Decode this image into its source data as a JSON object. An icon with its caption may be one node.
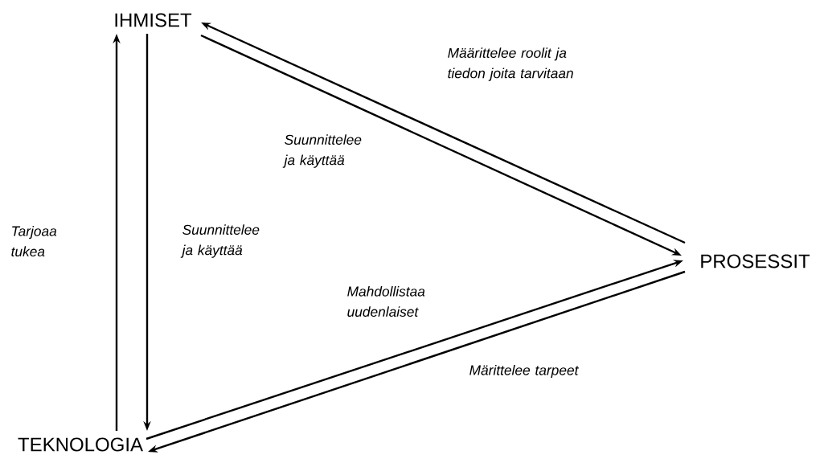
{
  "diagram": {
    "nodes": [
      {
        "text": [
          "IHMISET"
        ]
      },
      {
        "text": [
          "PROSESSIT"
        ]
      },
      {
        "text": [
          "TEKNOLOGIA"
        ]
      }
    ],
    "edges": [
      {
        "from": 1,
        "to": 0,
        "arrow": "to",
        "label": "Määrittelee roolit ja tiedon joita tarvitaan"
      },
      {
        "from": 0,
        "to": 1,
        "arrow": "to",
        "label": "Suunnittelee ja käyttää"
      },
      {
        "from": 2,
        "to": 0,
        "arrow": "to",
        "label": "Tarjoaa tukea"
      },
      {
        "from": 0,
        "to": 2,
        "arrow": "to",
        "label": "Suunnittelee ja käyttää"
      },
      {
        "from": 2,
        "to": 1,
        "arrow": "to",
        "label": "Mahdollistaa uudenlaiset"
      },
      {
        "from": 1,
        "to": 2,
        "arrow": "to",
        "label": "Märittelee tarpeet"
      }
    ]
  }
}
